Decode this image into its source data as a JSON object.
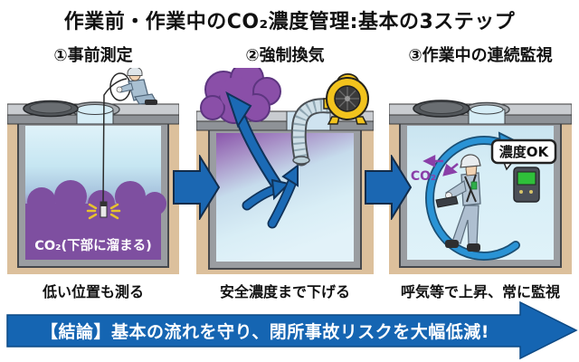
{
  "title": "作業前・作業中のCO₂濃度管理:基本の3ステップ",
  "steps": [
    {
      "header": "①事前測定",
      "caption": "低い位置も測る",
      "gas_label": "CO₂(下部に溜まる)"
    },
    {
      "header": "②強制換気",
      "caption": "安全濃度まで下げる"
    },
    {
      "header": "③作業中の連続監視",
      "caption": "呼気等で上昇、常に監視",
      "co2_label": "CO₂",
      "monitor_badge": "濃度OK"
    }
  ],
  "banner": {
    "text": "【結論】基本の流れを守り、閉所事故リスクを大幅低減!"
  },
  "colors": {
    "ground_tan": "#dcc09c",
    "slab_top_gray": "#c9ccd0",
    "slab_front_gray": "#8e9297",
    "pit_wall_gray": "#9a9da1",
    "interior_blue": "#d8eef7",
    "co2_purple": "#7e4fa0",
    "cloud_purple": "#8a4fa8",
    "block_arrow_blue": "#1b67b2",
    "circulation_blue": "#2a93d5",
    "banner_blue": "#1565b2",
    "blower_yellow": "#f2c31d",
    "monitor_screen_green": "#2fbf3a",
    "spark_yellow": "#e7c22e"
  }
}
